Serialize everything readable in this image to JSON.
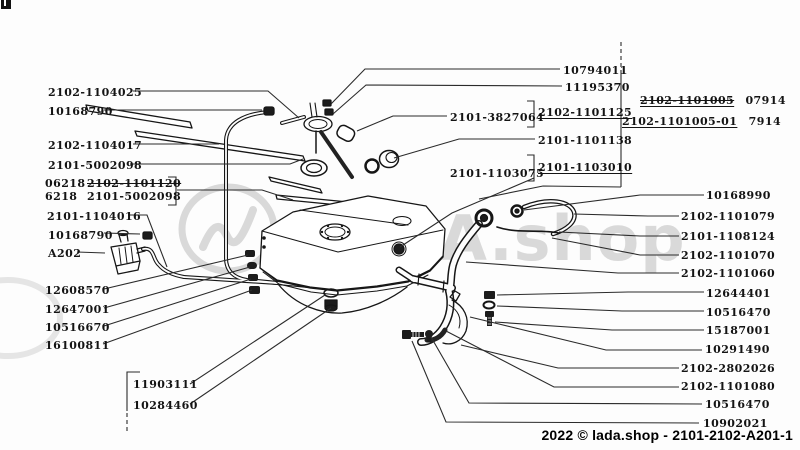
{
  "labels": {
    "left": [
      {
        "text": "2102-1104025"
      },
      {
        "text": "10168790"
      },
      {
        "text": "2102-1104017"
      },
      {
        "text": "2101-5002098"
      },
      {
        "prefix": "06218",
        "text": "2102-1101120"
      },
      {
        "prefix": "6218",
        "text": "2101-5002098"
      },
      {
        "text": "2101-1104016"
      },
      {
        "text": "10168790"
      },
      {
        "text": "A202"
      },
      {
        "text": "12608570"
      },
      {
        "text": "12647001"
      },
      {
        "text": "10516670"
      },
      {
        "text": "16100811"
      },
      {
        "text": "11903111"
      },
      {
        "text": "10284460"
      }
    ],
    "right": [
      {
        "text": "10794011"
      },
      {
        "text": "11195370"
      },
      {
        "text": "2101-3827064"
      },
      {
        "text": "2102-1101125"
      },
      {
        "text": "2102-1101005",
        "suffix": "07914"
      },
      {
        "text": "2102-1101005-01",
        "suffix": "7914"
      },
      {
        "text": "2101-1101138"
      },
      {
        "text": "2101-1103075"
      },
      {
        "text": "2101-1103010"
      },
      {
        "text": "10168990"
      },
      {
        "text": "2102-1101079"
      },
      {
        "text": "2101-1108124"
      },
      {
        "text": "2102-1101070"
      },
      {
        "text": "2102-1101060"
      },
      {
        "text": "12644401"
      },
      {
        "text": "10516470"
      },
      {
        "text": "15187001"
      },
      {
        "text": "10291490"
      },
      {
        "text": "2102-2802026"
      },
      {
        "text": "2102-1101080"
      },
      {
        "text": "10516470"
      },
      {
        "text": "10902021"
      }
    ]
  },
  "watermark": {
    "text": "LADA.shop"
  },
  "footer": {
    "text": "2022 © lada.shop - 2101-2102-A201-1"
  },
  "colors": {
    "ink": "#161616",
    "leader": "#2b2b2b",
    "watermark": "#d9d9d9"
  }
}
